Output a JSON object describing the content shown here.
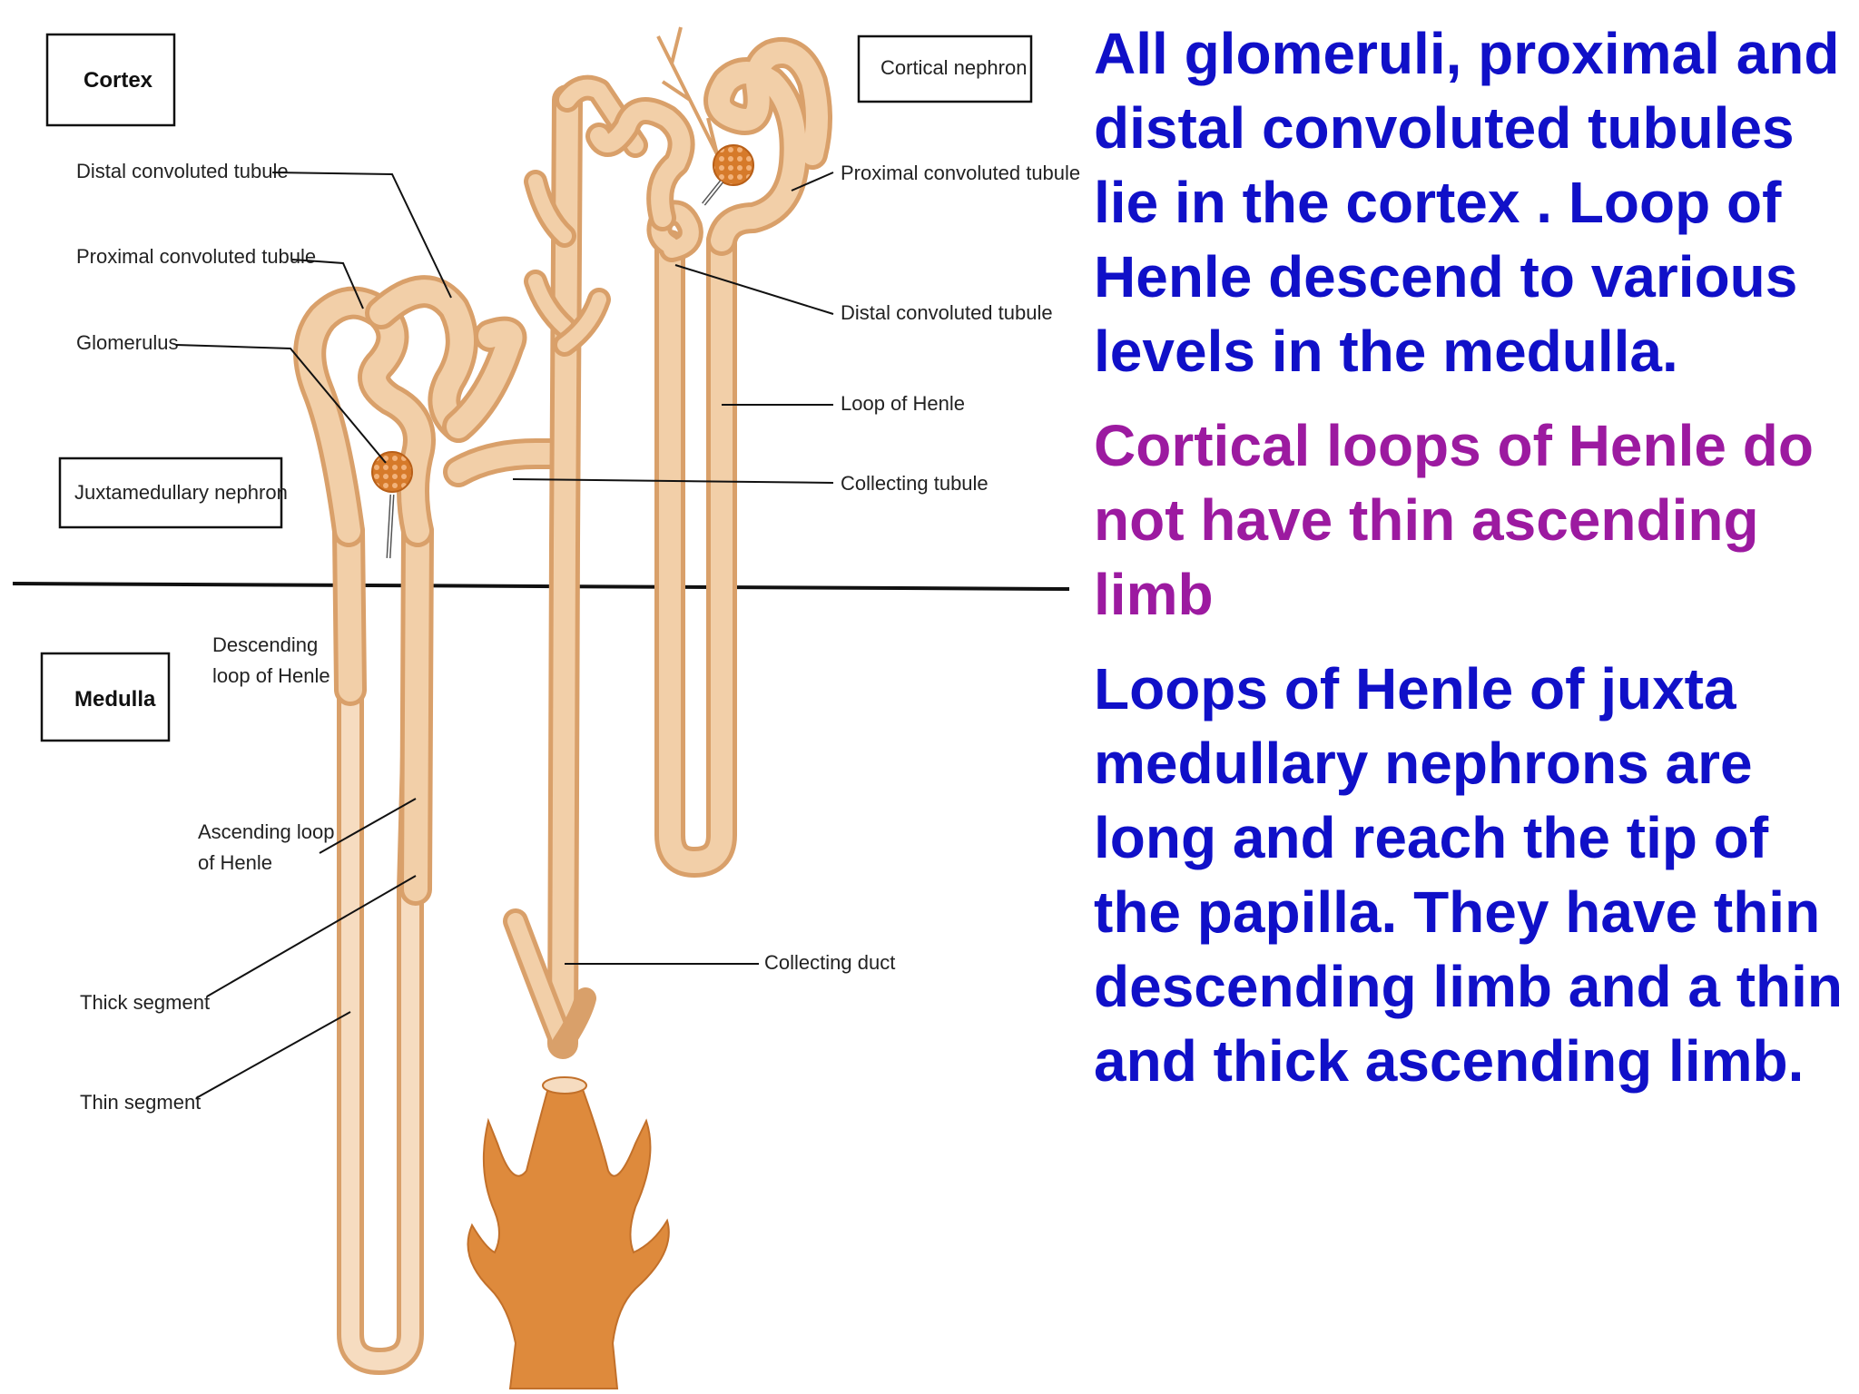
{
  "diagram": {
    "zones": {
      "cortex": "Cortex",
      "medulla": "Medulla"
    },
    "nephron_types": {
      "juxtamedullary": "Juxtamedullary nephron",
      "cortical": "Cortical nephron"
    },
    "left_labels": {
      "distal_convoluted": "Distal convoluted tubule",
      "proximal_convoluted": "Proximal convoluted tubule",
      "glomerulus": "Glomerulus",
      "descending_line1": "Descending",
      "descending_line2": "loop of Henle",
      "ascending_line1": "Ascending loop",
      "ascending_line2": "of Henle",
      "thick_segment": "Thick segment",
      "thin_segment": "Thin segment"
    },
    "right_labels": {
      "proximal_convoluted": "Proximal convoluted tubule",
      "distal_convoluted": "Distal convoluted tubule",
      "loop_of_henle": "Loop of Henle",
      "collecting_tubule": "Collecting tubule",
      "collecting_duct": "Collecting duct"
    },
    "colors": {
      "tubule": "#f2cfa8",
      "tubule_edge": "#d9a06a",
      "glomerulus": "#d67a2a",
      "papilla": "#de8a3c"
    }
  },
  "notes": {
    "p1": "All glomeruli, proximal and distal convoluted tubules  lie in the cortex . Loop of Henle descend to various levels in the medulla.",
    "p2": "Cortical  loops of Henle do not have thin ascending limb",
    "p3": "Loops of Henle of juxta medullary nephrons are long and reach the tip of the papilla. They have thin descending limb and a thin and thick ascending limb."
  }
}
